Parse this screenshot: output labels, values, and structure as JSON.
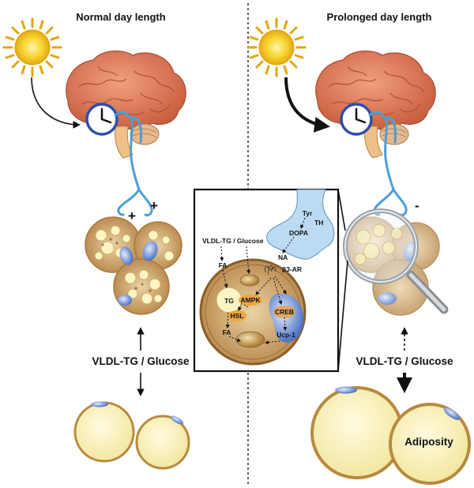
{
  "panels": {
    "left_title": "Normal day length",
    "right_title": "Prolonged day length"
  },
  "signs": {
    "left_1": "+",
    "left_2": "+",
    "right_1": "-",
    "right_2": "-"
  },
  "flux_label_left": "VLDL-TG / Glucose",
  "flux_label_right": "VLDL-TG / Glucose",
  "adiposity_label": "Adiposity",
  "inset": {
    "tyr": "Tyr",
    "th": "TH",
    "dopa": "DOPA",
    "na": "NA",
    "b3ar": "β3-AR",
    "vldl": "VLDL-TG / Glucose",
    "fa_top": "FA",
    "tg": "TG",
    "ampk": "AMPK",
    "creb": "CREB",
    "hsl": "HSL",
    "fa_bottom": "FA",
    "ucp1": "Ucp-1"
  },
  "colors": {
    "brain": "#d9704f",
    "brain_dark": "#a84a32",
    "nerve": "#4a9fd8",
    "clock": "#2d4fa8",
    "sun": "#f7c928",
    "fat_cell": "#fbf4c4",
    "cell_rim": "#c7924a",
    "nerve_terminal": "#bcdaf2",
    "enzyme": "#f0a640",
    "mito": "#c58a35"
  }
}
